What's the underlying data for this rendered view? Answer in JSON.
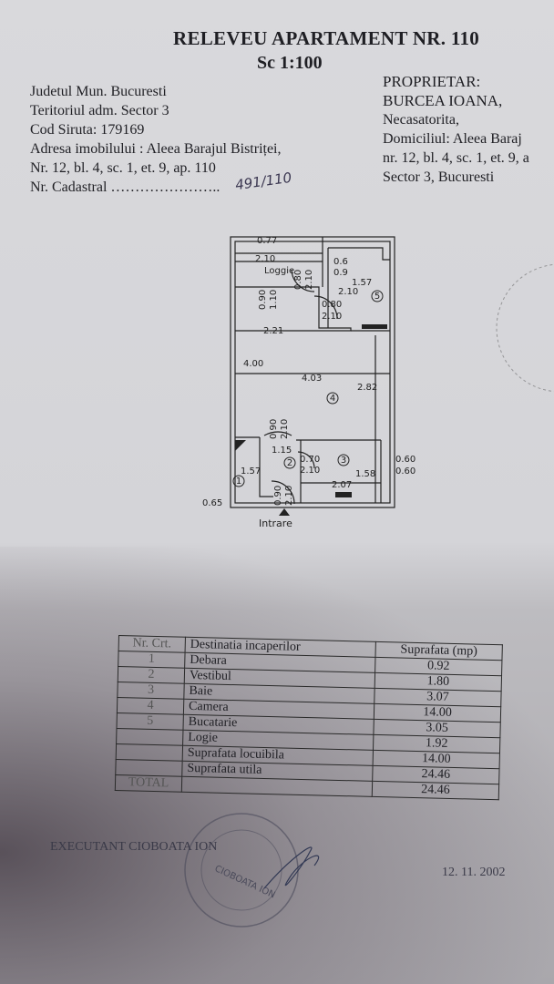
{
  "header": {
    "title": "RELEVEU APARTAMENT NR. 110",
    "scale": "Sc  1:100"
  },
  "left_info": [
    "Judetul   Mun. Bucuresti",
    "Teritoriul adm. Sector 3",
    "Cod Siruta:   179169",
    "Adresa imobilului : Aleea Barajul Bistriței,",
    "Nr. 12, bl. 4, sc. 1, et. 9, ap. 110",
    "Nr. Cadastral ………………….."
  ],
  "cadastral_handwritten": "491/110",
  "owner_info": [
    "PROPRIETAR:",
    "BURCEA IOANA,",
    "Necasatorita,",
    "Domiciliul: Aleea Baraj",
    "nr. 12, bl. 4, sc. 1, et. 9, a",
    "Sector 3, Bucuresti"
  ],
  "plan": {
    "labels": [
      "0.77",
      "2.10",
      "Loggie",
      "0.6",
      "0.9",
      "1.57",
      "2.10",
      "0.80",
      "2.10",
      "0.90",
      "1.10",
      "0.80",
      "2.10",
      "2.21",
      "4.00",
      "4.03",
      "2.82",
      "0.90",
      "2.10",
      "1.15",
      "0.70",
      "2.10",
      "0.60",
      "0.60",
      "1.58",
      "2.07",
      "1.57",
      "0.90",
      "2.10",
      "0.65",
      "Intrare"
    ],
    "rooms": [
      "1",
      "2",
      "3",
      "4",
      "5"
    ]
  },
  "table": {
    "headers": [
      "Nr. Crt.",
      "Destinatia incaperilor",
      "Suprafata (mp)"
    ],
    "rows": [
      [
        "1",
        "Debara",
        "0.92"
      ],
      [
        "2",
        "Vestibul",
        "1.80"
      ],
      [
        "3",
        "Baie",
        "3.07"
      ],
      [
        "4",
        "Camera",
        "14.00"
      ],
      [
        "5",
        "Bucatarie",
        "3.05"
      ],
      [
        "",
        "Logie",
        "1.92"
      ],
      [
        "",
        "Suprafata locuibila",
        "14.00"
      ],
      [
        "",
        "Suprafata utila",
        "24.46"
      ],
      [
        "TOTAL",
        "",
        "24.46"
      ]
    ]
  },
  "footer": {
    "executant": "EXECUTANT   CIOBOATA  ION",
    "date": "12. 11. 2002"
  },
  "stamp_text": "CIOBOATA ION"
}
